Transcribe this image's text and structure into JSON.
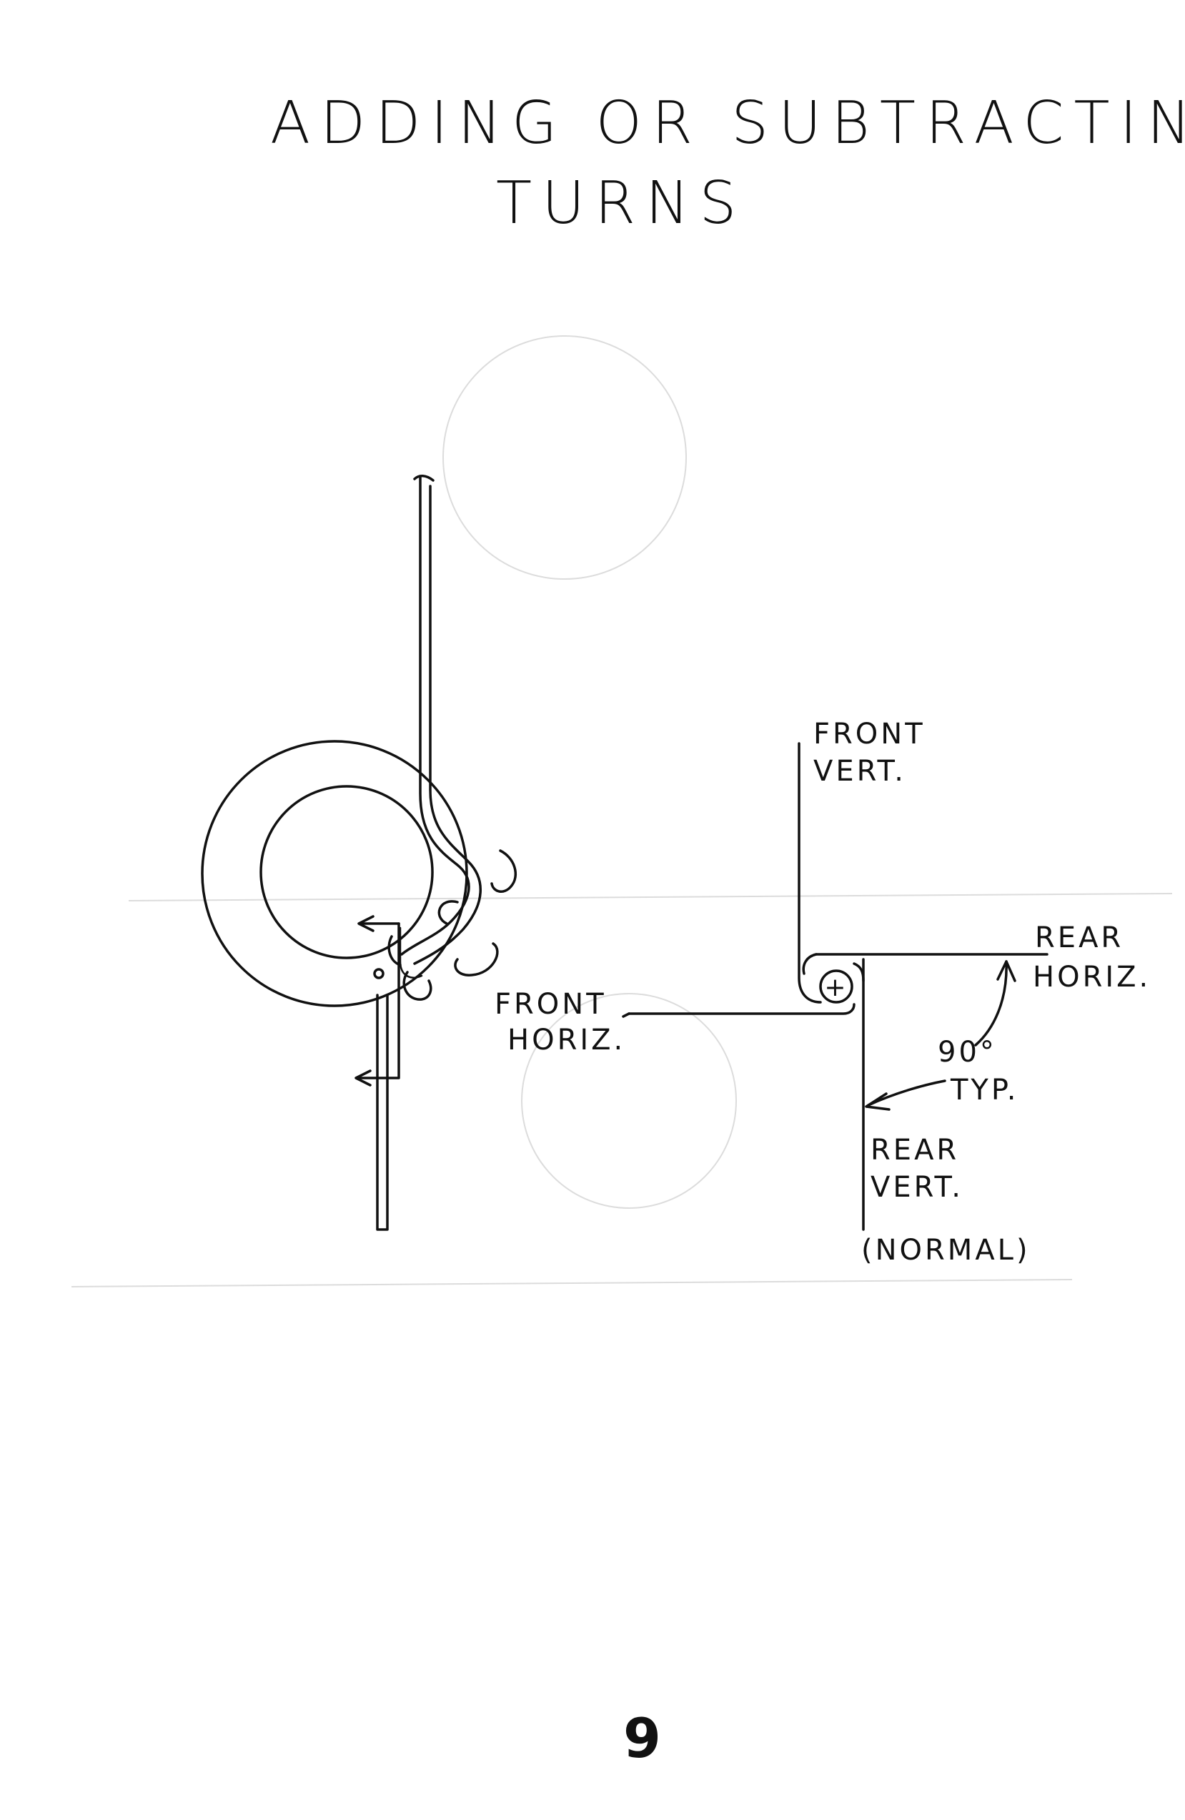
{
  "title": {
    "line1": "ADDING OR SUBTRACTING",
    "line2": "TURNS"
  },
  "labels": {
    "front_vert_1": "FRONT",
    "front_vert_2": "VERT.",
    "rear_horiz_1": "REAR",
    "rear_horiz_2": "HORIZ.",
    "front_horiz_1": "FRONT",
    "front_horiz_2": "HORIZ.",
    "angle_1": "90°",
    "angle_2": "TYP.",
    "rear_vert_1": "REAR",
    "rear_vert_2": "VERT.",
    "rear_vert_3": "(NORMAL)",
    "pulley_symbol": "+"
  },
  "page_number": "9",
  "colors": {
    "ink": "#111111",
    "paper": "#ffffff",
    "bleed": "#dcdcdc"
  },
  "icons": [
    "ring-icon",
    "arrow-icon",
    "pulley-icon"
  ]
}
